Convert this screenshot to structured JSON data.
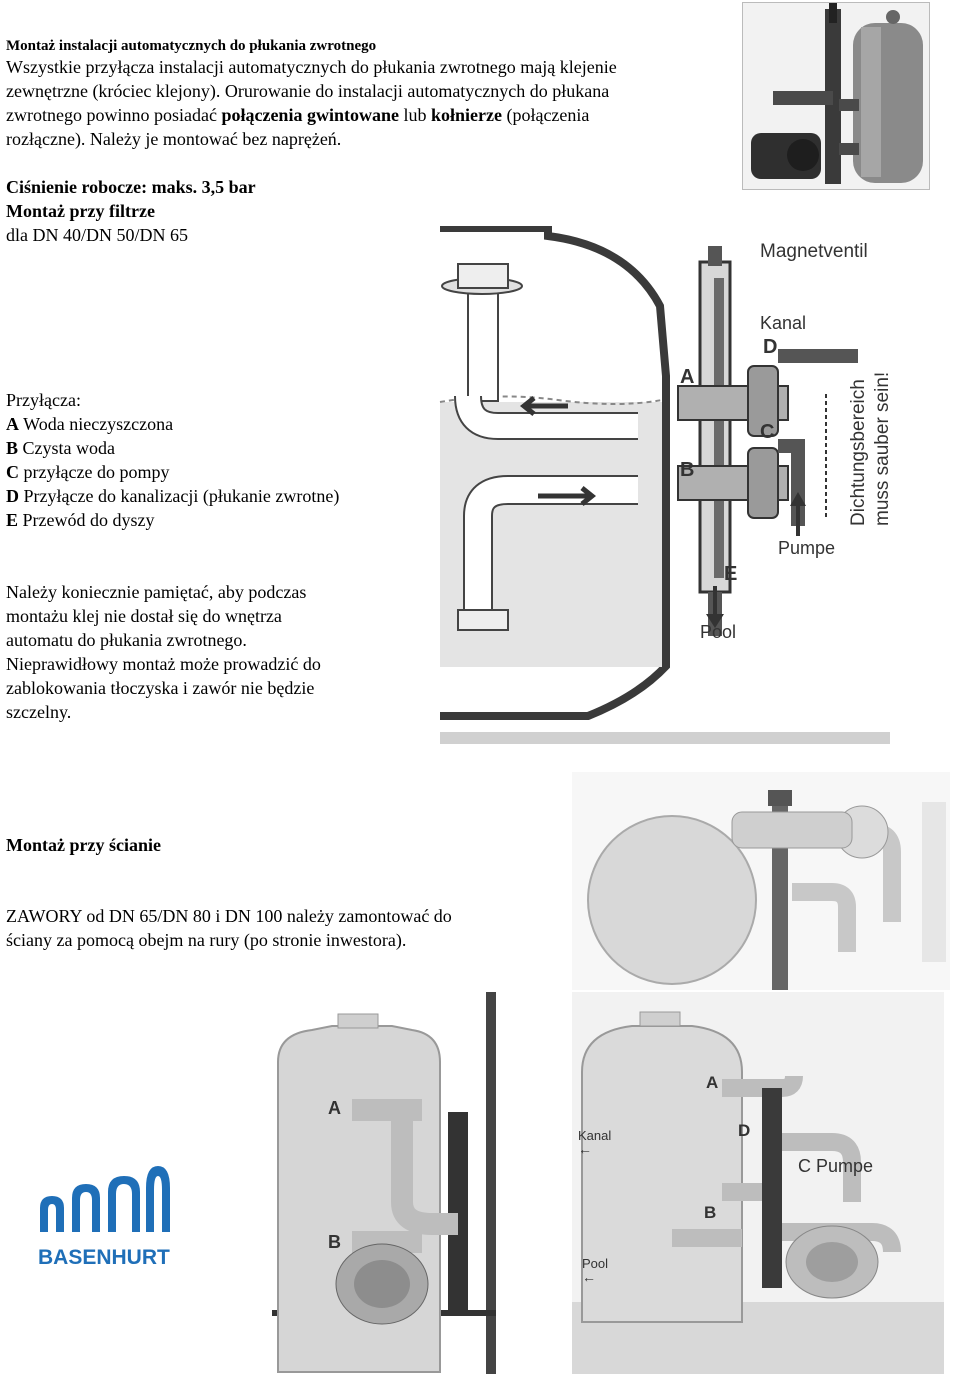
{
  "header": {
    "title": "Montaż instalacji automatycznych do płukania zwrotnego",
    "intro_lines": [
      "Wszystkie przyłącza instalacji automatycznych do płukania zwrotnego mają klejenie",
      "zewnętrzne (króciec klejony). Orurowanie do instalacji automatycznych do płukana"
    ],
    "line3_a": "zwrotnego powinno posiadać ",
    "line3_b": "połączenia gwintowane",
    "line3_c": " lub ",
    "line3_d": "kołnierze",
    "line3_e": " (połączenia",
    "line4": "rozłączne). Należy je montować bez naprężeń."
  },
  "filter_section": {
    "pressure": "Ciśnienie robocze: maks. 3,5 bar",
    "subtitle": "Montaż przy filtrze",
    "dn": "dla DN 40/DN 50/DN 65",
    "connections_title": "Przyłącza:",
    "connections": [
      {
        "letter": "A",
        "text": " Woda nieczyszczona"
      },
      {
        "letter": "B",
        "text": " Czysta woda"
      },
      {
        "letter": "C",
        "text": " przyłącze do pompy"
      },
      {
        "letter": "D",
        "text": " Przyłącze do kanalizacji (płukanie zwrotne)"
      },
      {
        "letter": "E",
        "text": " Przewód do dyszy"
      }
    ],
    "warning_lines": [
      "Należy koniecznie pamiętać, aby podczas",
      "montażu klej nie dostał się do wnętrza",
      "automatu do płukania zwrotnego.",
      "Nieprawidłowy montaż może prowadzić do",
      "zablokowania tłoczyska i zawór nie będzie",
      "szczelny."
    ]
  },
  "diagram_labels": {
    "magnetventil": "Magnetventil",
    "kanal": "Kanal",
    "a": "A",
    "b": "B",
    "c": "C",
    "d": "D",
    "e": "E",
    "pumpe": "Pumpe",
    "pool": "Pool",
    "dichtung1": "Dichtungsbereich",
    "dichtung2": "muss sauber sein!"
  },
  "wall_section": {
    "title": "Montaż przy ścianie",
    "text_lines": [
      "ZAWORY od DN 65/DN 80 i DN 100 należy zamontować do",
      "ściany za pomocą obejm na rury (po stronie inwestora)."
    ]
  },
  "bottom_labels": {
    "left_a": "A",
    "left_b": "B",
    "right_a": "A",
    "right_kanal": "Kanal",
    "right_d": "D",
    "right_c_pumpe": "C Pumpe",
    "right_b": "B",
    "right_pool": "Pool"
  },
  "logo": {
    "text": "BASENHURT",
    "color": "#1f6fb8"
  },
  "colors": {
    "tank": "#d9d9d9",
    "pipe": "#bdbdbd",
    "dark": "#555555",
    "water": "#e6e6e6"
  }
}
